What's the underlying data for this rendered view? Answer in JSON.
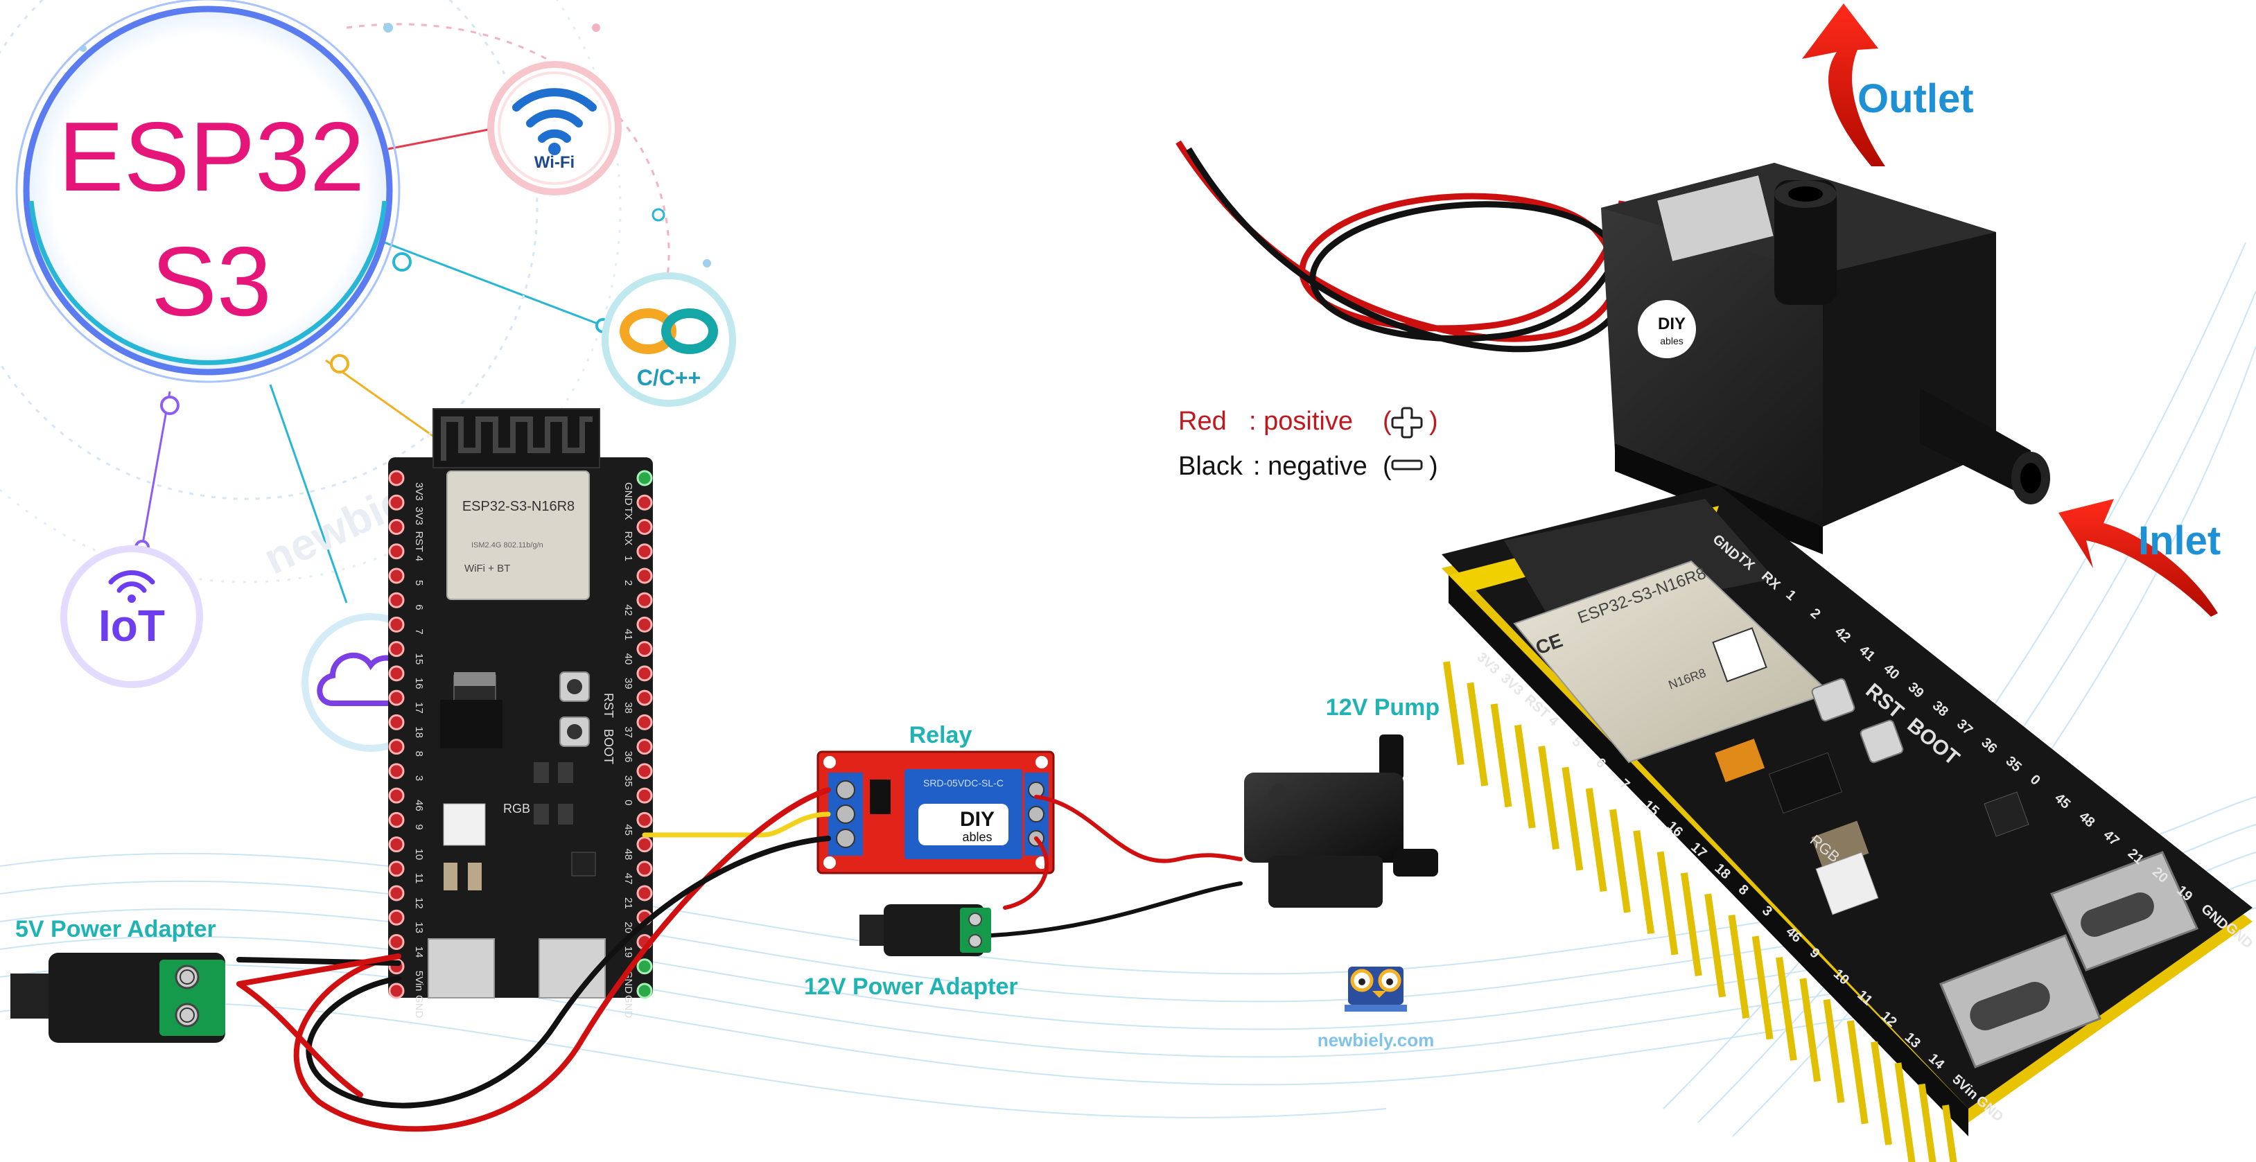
{
  "hub": {
    "title_line1": "ESP32",
    "title_line2": "S3",
    "wifi_label": "Wi-Fi",
    "lang_label": "C/C++",
    "iot_label": "IoT",
    "watermark": "newbiely.com"
  },
  "board_left": {
    "chip_label": "ESP32-S3-N16R8",
    "chip_sub1": "ISM2.4G 802.11b/g/n",
    "chip_sub2": "WiFi + BT",
    "rgb_label": "RGB",
    "rst_label": "RST",
    "boot_label": "BOOT",
    "pins_left": [
      "3V3",
      "3V3",
      "RST",
      "4",
      "5",
      "6",
      "7",
      "15",
      "16",
      "17",
      "18",
      "8",
      "3",
      "46",
      "9",
      "10",
      "11",
      "12",
      "13",
      "14",
      "5Vin",
      "GND"
    ],
    "pins_right": [
      "GND",
      "TX",
      "RX",
      "1",
      "2",
      "42",
      "41",
      "40",
      "39",
      "38",
      "37",
      "36",
      "35",
      "0",
      "45",
      "48",
      "47",
      "21",
      "20",
      "19",
      "GND",
      "GND"
    ]
  },
  "relay": {
    "title": "Relay",
    "brand_top": "DIY",
    "brand_bottom": "ables",
    "text": "SRD-05VDC-SL-C"
  },
  "labels": {
    "pump_small": "12V Pump",
    "adapter_5v": "5V Power Adapter",
    "adapter_12v": "12V Power Adapter",
    "outlet": "Outlet",
    "inlet": "Inlet",
    "red_name": "Red",
    "red_desc": ": positive",
    "black_name": "Black",
    "black_desc": ": negative",
    "footer_logo": "newbiely.com"
  },
  "board_right": {
    "chip_label": "ESP32-S3-N16R8",
    "rst_label": "RST",
    "boot_label": "BOOT",
    "rgb_label": "RGB",
    "ce_label": "CE",
    "part_label": "N16R8",
    "pins_top": [
      "3V3",
      "3V3",
      "RST",
      "4",
      "5",
      "6",
      "7",
      "15",
      "16",
      "17",
      "18",
      "8",
      "3",
      "46",
      "9",
      "10",
      "11",
      "12",
      "13",
      "14",
      "5Vin",
      "GND"
    ],
    "pins_right": [
      "GND",
      "TX",
      "RX",
      "1",
      "2",
      "42",
      "41",
      "40",
      "39",
      "38",
      "37",
      "36",
      "35",
      "0",
      "45",
      "48",
      "47",
      "21",
      "20",
      "19",
      "GND",
      "GND"
    ]
  },
  "pump_large": {
    "brand_top": "DIY",
    "brand_bottom": "ables"
  },
  "colors": {
    "teal": "#1fb3b3",
    "blue": "#1e90d6",
    "magenta": "#e6157a",
    "wire_red": "#d01010",
    "wire_black": "#111111",
    "wire_yellow": "#f2d21a",
    "board": "#1b1b1b",
    "relay_red": "#e2231a"
  }
}
